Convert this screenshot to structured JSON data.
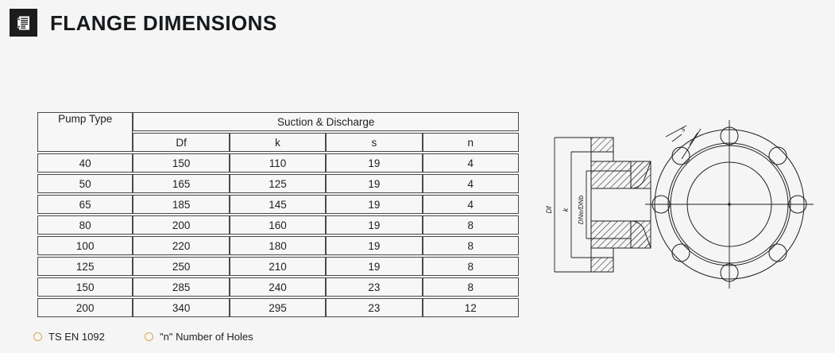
{
  "header": {
    "title": "FLANGE DIMENSIONS",
    "icon": "document-list-icon"
  },
  "table": {
    "head": {
      "pump_type": "Pump Type",
      "group": "Suction & Discharge",
      "sub": [
        "Df",
        "k",
        "s",
        "n"
      ]
    },
    "rows": [
      {
        "pump_type": "40",
        "df": "150",
        "k": "110",
        "s": "19",
        "n": "4"
      },
      {
        "pump_type": "50",
        "df": "165",
        "k": "125",
        "s": "19",
        "n": "4"
      },
      {
        "pump_type": "65",
        "df": "185",
        "k": "145",
        "s": "19",
        "n": "4"
      },
      {
        "pump_type": "80",
        "df": "200",
        "k": "160",
        "s": "19",
        "n": "8"
      },
      {
        "pump_type": "100",
        "df": "220",
        "k": "180",
        "s": "19",
        "n": "8"
      },
      {
        "pump_type": "125",
        "df": "250",
        "k": "210",
        "s": "19",
        "n": "8"
      },
      {
        "pump_type": "150",
        "df": "285",
        "k": "240",
        "s": "23",
        "n": "8"
      },
      {
        "pump_type": "200",
        "df": "340",
        "k": "295",
        "s": "23",
        "n": "12"
      }
    ]
  },
  "footnotes": [
    {
      "label": "TS EN 1092"
    },
    {
      "label": "\"n\" Number of Holes"
    }
  ],
  "drawing": {
    "labels": {
      "df": "Df",
      "k": "k",
      "bore": "DNe/DNb",
      "s": "s"
    },
    "bolt_hole_count": 8
  },
  "colors": {
    "background": "#f5f5f5",
    "title": "#16191c",
    "icon_bg": "#1c1c1c",
    "bullet": "#d9a84e",
    "table_border": "#4a4a4a",
    "table_cell_bg": "#f7f7f7",
    "drawing_line": "#1f1f1f"
  }
}
